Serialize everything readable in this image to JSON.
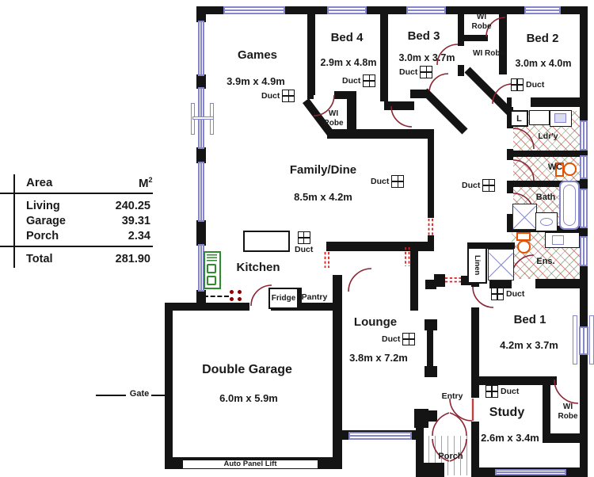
{
  "table": {
    "header": {
      "col1": "Area",
      "col2": "M",
      "col2_sup": "2"
    },
    "rows": [
      {
        "label": "Living",
        "value": "240.25"
      },
      {
        "label": "Garage",
        "value": "39.31"
      },
      {
        "label": "Porch",
        "value": "2.34"
      }
    ],
    "total": {
      "label": "Total",
      "value": "281.90"
    }
  },
  "rooms": {
    "games": {
      "name": "Games",
      "dims": "3.9m x 4.9m"
    },
    "bed4": {
      "name": "Bed 4",
      "dims": "2.9m x 4.8m"
    },
    "bed3": {
      "name": "Bed 3",
      "dims": "3.0m x 3.7m"
    },
    "bed2": {
      "name": "Bed 2",
      "dims": "3.0m x 4.0m"
    },
    "family": {
      "name": "Family/Dine",
      "dims": "8.5m x 4.2m"
    },
    "kitchen": {
      "name": "Kitchen"
    },
    "lounge": {
      "name": "Lounge",
      "dims": "3.8m x 7.2m"
    },
    "garage": {
      "name": "Double Garage",
      "dims": "6.0m x 5.9m"
    },
    "bed1": {
      "name": "Bed 1",
      "dims": "4.2m x 3.7m"
    },
    "study": {
      "name": "Study",
      "dims": "2.6m x 3.4m"
    }
  },
  "labels": {
    "duct": "Duct",
    "wi_robe": "WI Robe",
    "wc": "WC",
    "bath": "Bath",
    "ens": "Ens.",
    "ldry": "Ldr'y",
    "linen": "Linen",
    "trough": "L",
    "fridge": "Fridge",
    "pantry": "Pantry",
    "entry": "Entry",
    "porch": "Porch",
    "gate": "Gate",
    "garage_door": "Auto Panel Lift"
  },
  "colors": {
    "wall": "#141414",
    "window": "#8585cc",
    "door_arc": "#8b2533",
    "opening_dash": "#d42020",
    "fixture_orange": "#e25200",
    "sink_green": "#2e8b2e",
    "hatch_red": "#c84646",
    "hatch_green": "#5a965a"
  }
}
